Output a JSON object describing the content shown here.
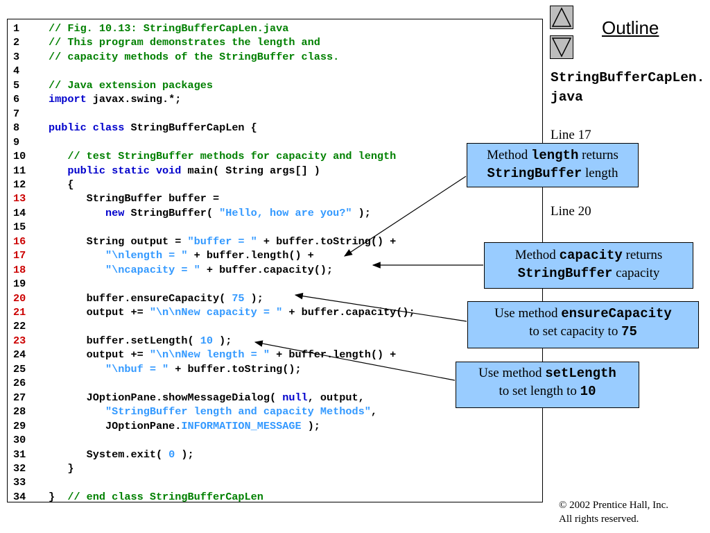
{
  "outline": {
    "title": "Outline"
  },
  "file_title": "StringBufferCapLen.java",
  "side_refs": [
    "Line 17",
    "Line 20"
  ],
  "code_lines": [
    {
      "num": "1",
      "hl": false,
      "tokens": [
        [
          "c",
          "// Fig. 10.13: StringBufferCapLen.java"
        ]
      ]
    },
    {
      "num": "2",
      "hl": false,
      "tokens": [
        [
          "c",
          "// This program demonstrates the length and"
        ]
      ]
    },
    {
      "num": "3",
      "hl": false,
      "tokens": [
        [
          "c",
          "// capacity methods of the StringBuffer class."
        ]
      ]
    },
    {
      "num": "4",
      "hl": false,
      "tokens": []
    },
    {
      "num": "5",
      "hl": false,
      "tokens": [
        [
          "c",
          "// Java extension packages"
        ]
      ]
    },
    {
      "num": "6",
      "hl": false,
      "tokens": [
        [
          "k",
          "import"
        ],
        [
          "n",
          " javax.swing.*;"
        ]
      ]
    },
    {
      "num": "7",
      "hl": false,
      "tokens": []
    },
    {
      "num": "8",
      "hl": false,
      "tokens": [
        [
          "k",
          "public class"
        ],
        [
          "n",
          " StringBufferCapLen {"
        ]
      ]
    },
    {
      "num": "9",
      "hl": false,
      "tokens": []
    },
    {
      "num": "10",
      "hl": false,
      "tokens": [
        [
          "n",
          "   "
        ],
        [
          "c",
          "// test StringBuffer methods for capacity and length"
        ]
      ]
    },
    {
      "num": "11",
      "hl": false,
      "tokens": [
        [
          "n",
          "   "
        ],
        [
          "k",
          "public static void"
        ],
        [
          "n",
          " main( String args[] )"
        ]
      ]
    },
    {
      "num": "12",
      "hl": false,
      "tokens": [
        [
          "n",
          "   {"
        ]
      ]
    },
    {
      "num": "13",
      "hl": true,
      "tokens": [
        [
          "n",
          "      StringBuffer buffer ="
        ]
      ]
    },
    {
      "num": "14",
      "hl": false,
      "tokens": [
        [
          "n",
          "         "
        ],
        [
          "k",
          "new"
        ],
        [
          "n",
          " StringBuffer( "
        ],
        [
          "s",
          "\"Hello, how are you?\""
        ],
        [
          "n",
          " );"
        ]
      ]
    },
    {
      "num": "15",
      "hl": false,
      "tokens": []
    },
    {
      "num": "16",
      "hl": true,
      "tokens": [
        [
          "n",
          "      String output = "
        ],
        [
          "s",
          "\"buffer = \""
        ],
        [
          "n",
          " + buffer.toString() +"
        ]
      ]
    },
    {
      "num": "17",
      "hl": true,
      "tokens": [
        [
          "n",
          "         "
        ],
        [
          "s",
          "\"\\nlength = \""
        ],
        [
          "n",
          " + buffer.length() +"
        ]
      ]
    },
    {
      "num": "18",
      "hl": true,
      "tokens": [
        [
          "n",
          "         "
        ],
        [
          "s",
          "\"\\ncapacity = \""
        ],
        [
          "n",
          " + buffer.capacity();"
        ]
      ]
    },
    {
      "num": "19",
      "hl": false,
      "tokens": []
    },
    {
      "num": "20",
      "hl": true,
      "tokens": [
        [
          "n",
          "      buffer.ensureCapacity( "
        ],
        [
          "s",
          "75"
        ],
        [
          "n",
          " );"
        ]
      ]
    },
    {
      "num": "21",
      "hl": true,
      "tokens": [
        [
          "n",
          "      output += "
        ],
        [
          "s",
          "\"\\n\\nNew capacity = \""
        ],
        [
          "n",
          " + buffer.capacity();"
        ]
      ]
    },
    {
      "num": "22",
      "hl": false,
      "tokens": []
    },
    {
      "num": "23",
      "hl": true,
      "tokens": [
        [
          "n",
          "      buffer.setLength( "
        ],
        [
          "s",
          "10"
        ],
        [
          "n",
          " );"
        ]
      ]
    },
    {
      "num": "24",
      "hl": false,
      "tokens": [
        [
          "n",
          "      output += "
        ],
        [
          "s",
          "\"\\n\\nNew length = \""
        ],
        [
          "n",
          " + buffer.length() +"
        ]
      ]
    },
    {
      "num": "25",
      "hl": false,
      "tokens": [
        [
          "n",
          "         "
        ],
        [
          "s",
          "\"\\nbuf = \""
        ],
        [
          "n",
          " + buffer.toString();"
        ]
      ]
    },
    {
      "num": "26",
      "hl": false,
      "tokens": []
    },
    {
      "num": "27",
      "hl": false,
      "tokens": [
        [
          "n",
          "      JOptionPane.showMessageDialog( "
        ],
        [
          "k",
          "null"
        ],
        [
          "n",
          ", output,"
        ]
      ]
    },
    {
      "num": "28",
      "hl": false,
      "tokens": [
        [
          "n",
          "         "
        ],
        [
          "s",
          "\"StringBuffer length and capacity Methods\""
        ],
        [
          "n",
          ","
        ]
      ]
    },
    {
      "num": "29",
      "hl": false,
      "tokens": [
        [
          "n",
          "         JOptionPane."
        ],
        [
          "s",
          "INFORMATION_MESSAGE"
        ],
        [
          "n",
          " );"
        ]
      ]
    },
    {
      "num": "30",
      "hl": false,
      "tokens": []
    },
    {
      "num": "31",
      "hl": false,
      "tokens": [
        [
          "n",
          "      System.exit( "
        ],
        [
          "s",
          "0"
        ],
        [
          "n",
          " );"
        ]
      ]
    },
    {
      "num": "32",
      "hl": false,
      "tokens": [
        [
          "n",
          "   }"
        ]
      ]
    },
    {
      "num": "33",
      "hl": false,
      "tokens": []
    },
    {
      "num": "34",
      "hl": false,
      "tokens": [
        [
          "n",
          "}  "
        ],
        [
          "c",
          "// end class StringBufferCapLen"
        ]
      ]
    }
  ],
  "callouts": [
    {
      "line1_pre": "Method ",
      "line1_mono": "length",
      "line1_post": " returns",
      "line2_pre": "",
      "line2_mono": "StringBuffer",
      "line2_post": " length"
    },
    {
      "line1_pre": "Method ",
      "line1_mono": "capacity",
      "line1_post": " returns",
      "line2_pre": "",
      "line2_mono": "StringBuffer",
      "line2_post": " capacity"
    },
    {
      "line1_pre": "Use method ",
      "line1_mono": "ensureCapacity",
      "line1_post": "",
      "line2_pre": "to set capacity to ",
      "line2_mono": "75",
      "line2_post": ""
    },
    {
      "line1_pre": "Use method ",
      "line1_mono": "setLength",
      "line1_post": "",
      "line2_pre": "to set length to ",
      "line2_mono": "10",
      "line2_post": ""
    }
  ],
  "copyright": {
    "line1": "© 2002 Prentice Hall, Inc.",
    "line2": "All rights reserved."
  },
  "colors": {
    "comment": "#008000",
    "keyword": "#0000cc",
    "string": "#3399ff",
    "highlight_line": "#cc0000",
    "callout_bg": "#99ccff"
  },
  "icons": {
    "nav_up": "triangle-up-icon",
    "nav_down": "triangle-down-icon"
  }
}
